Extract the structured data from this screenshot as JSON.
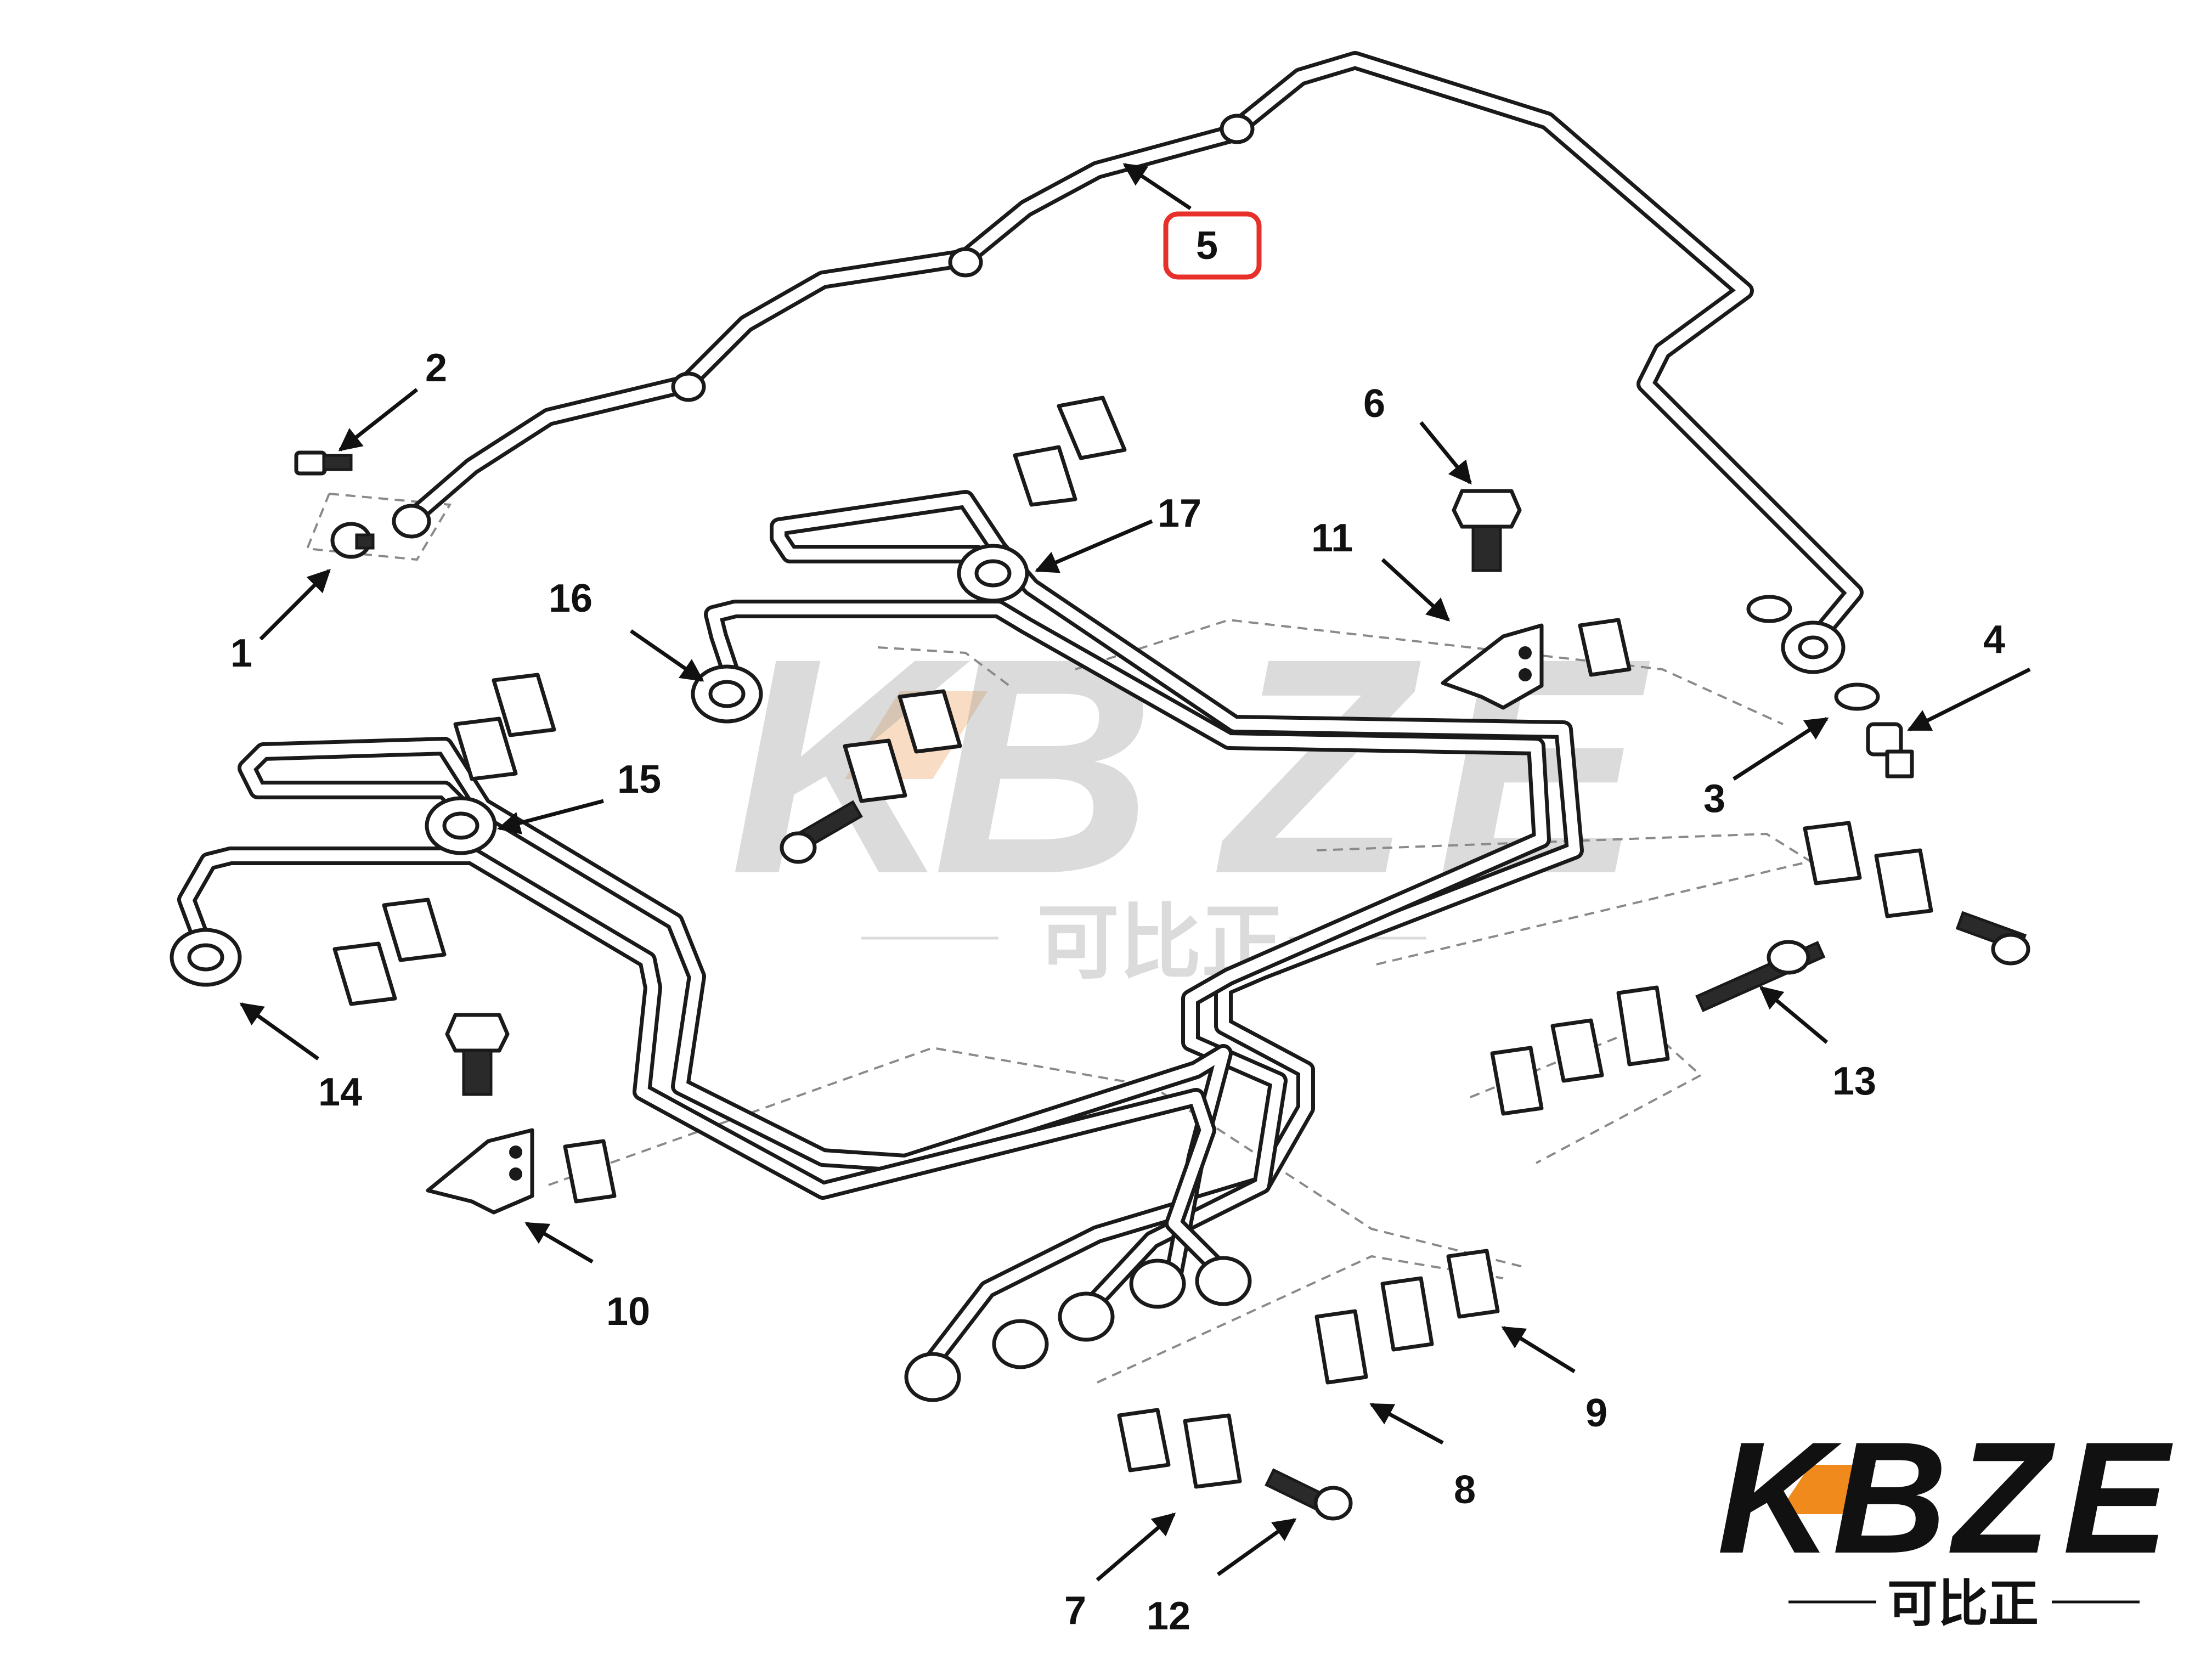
{
  "callouts": [
    "5",
    "2",
    "1",
    "6",
    "17",
    "11",
    "16",
    "4",
    "3",
    "15",
    "13",
    "14",
    "10",
    "9",
    "8",
    "7",
    "12"
  ],
  "highlighted_callout": "5",
  "highlight_color": "#e8302a",
  "watermark": {
    "letters": [
      "K",
      "B",
      "Z",
      "E"
    ],
    "subtitle": "可比正",
    "accent_color": "#f0b27a"
  },
  "logo": {
    "letters": [
      "K",
      "B",
      "Z",
      "E"
    ],
    "subtitle": "可比正",
    "accent_color": "#f08a1c"
  }
}
